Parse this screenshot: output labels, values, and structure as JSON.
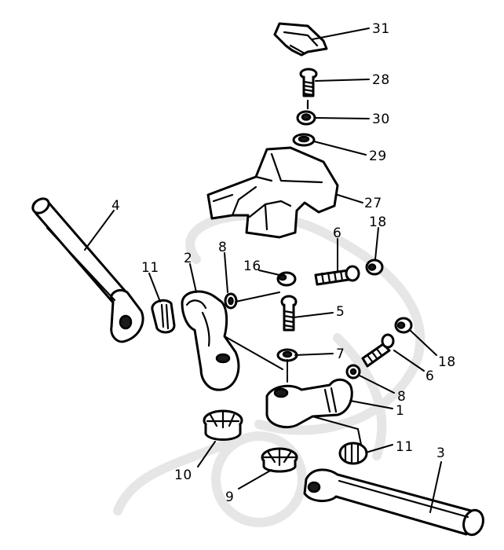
{
  "diagram": {
    "callouts": {
      "p1": "1",
      "p2": "2",
      "p3": "3",
      "p4": "4",
      "p5": "5",
      "p6a": "6",
      "p6b": "6",
      "p7": "7",
      "p8a": "8",
      "p8b": "8",
      "p9": "9",
      "p10": "10",
      "p11a": "11",
      "p11b": "11",
      "p16": "16",
      "p18a": "18",
      "p18b": "18",
      "p27": "27",
      "p28": "28",
      "p29": "29",
      "p30": "30",
      "p31": "31"
    }
  }
}
